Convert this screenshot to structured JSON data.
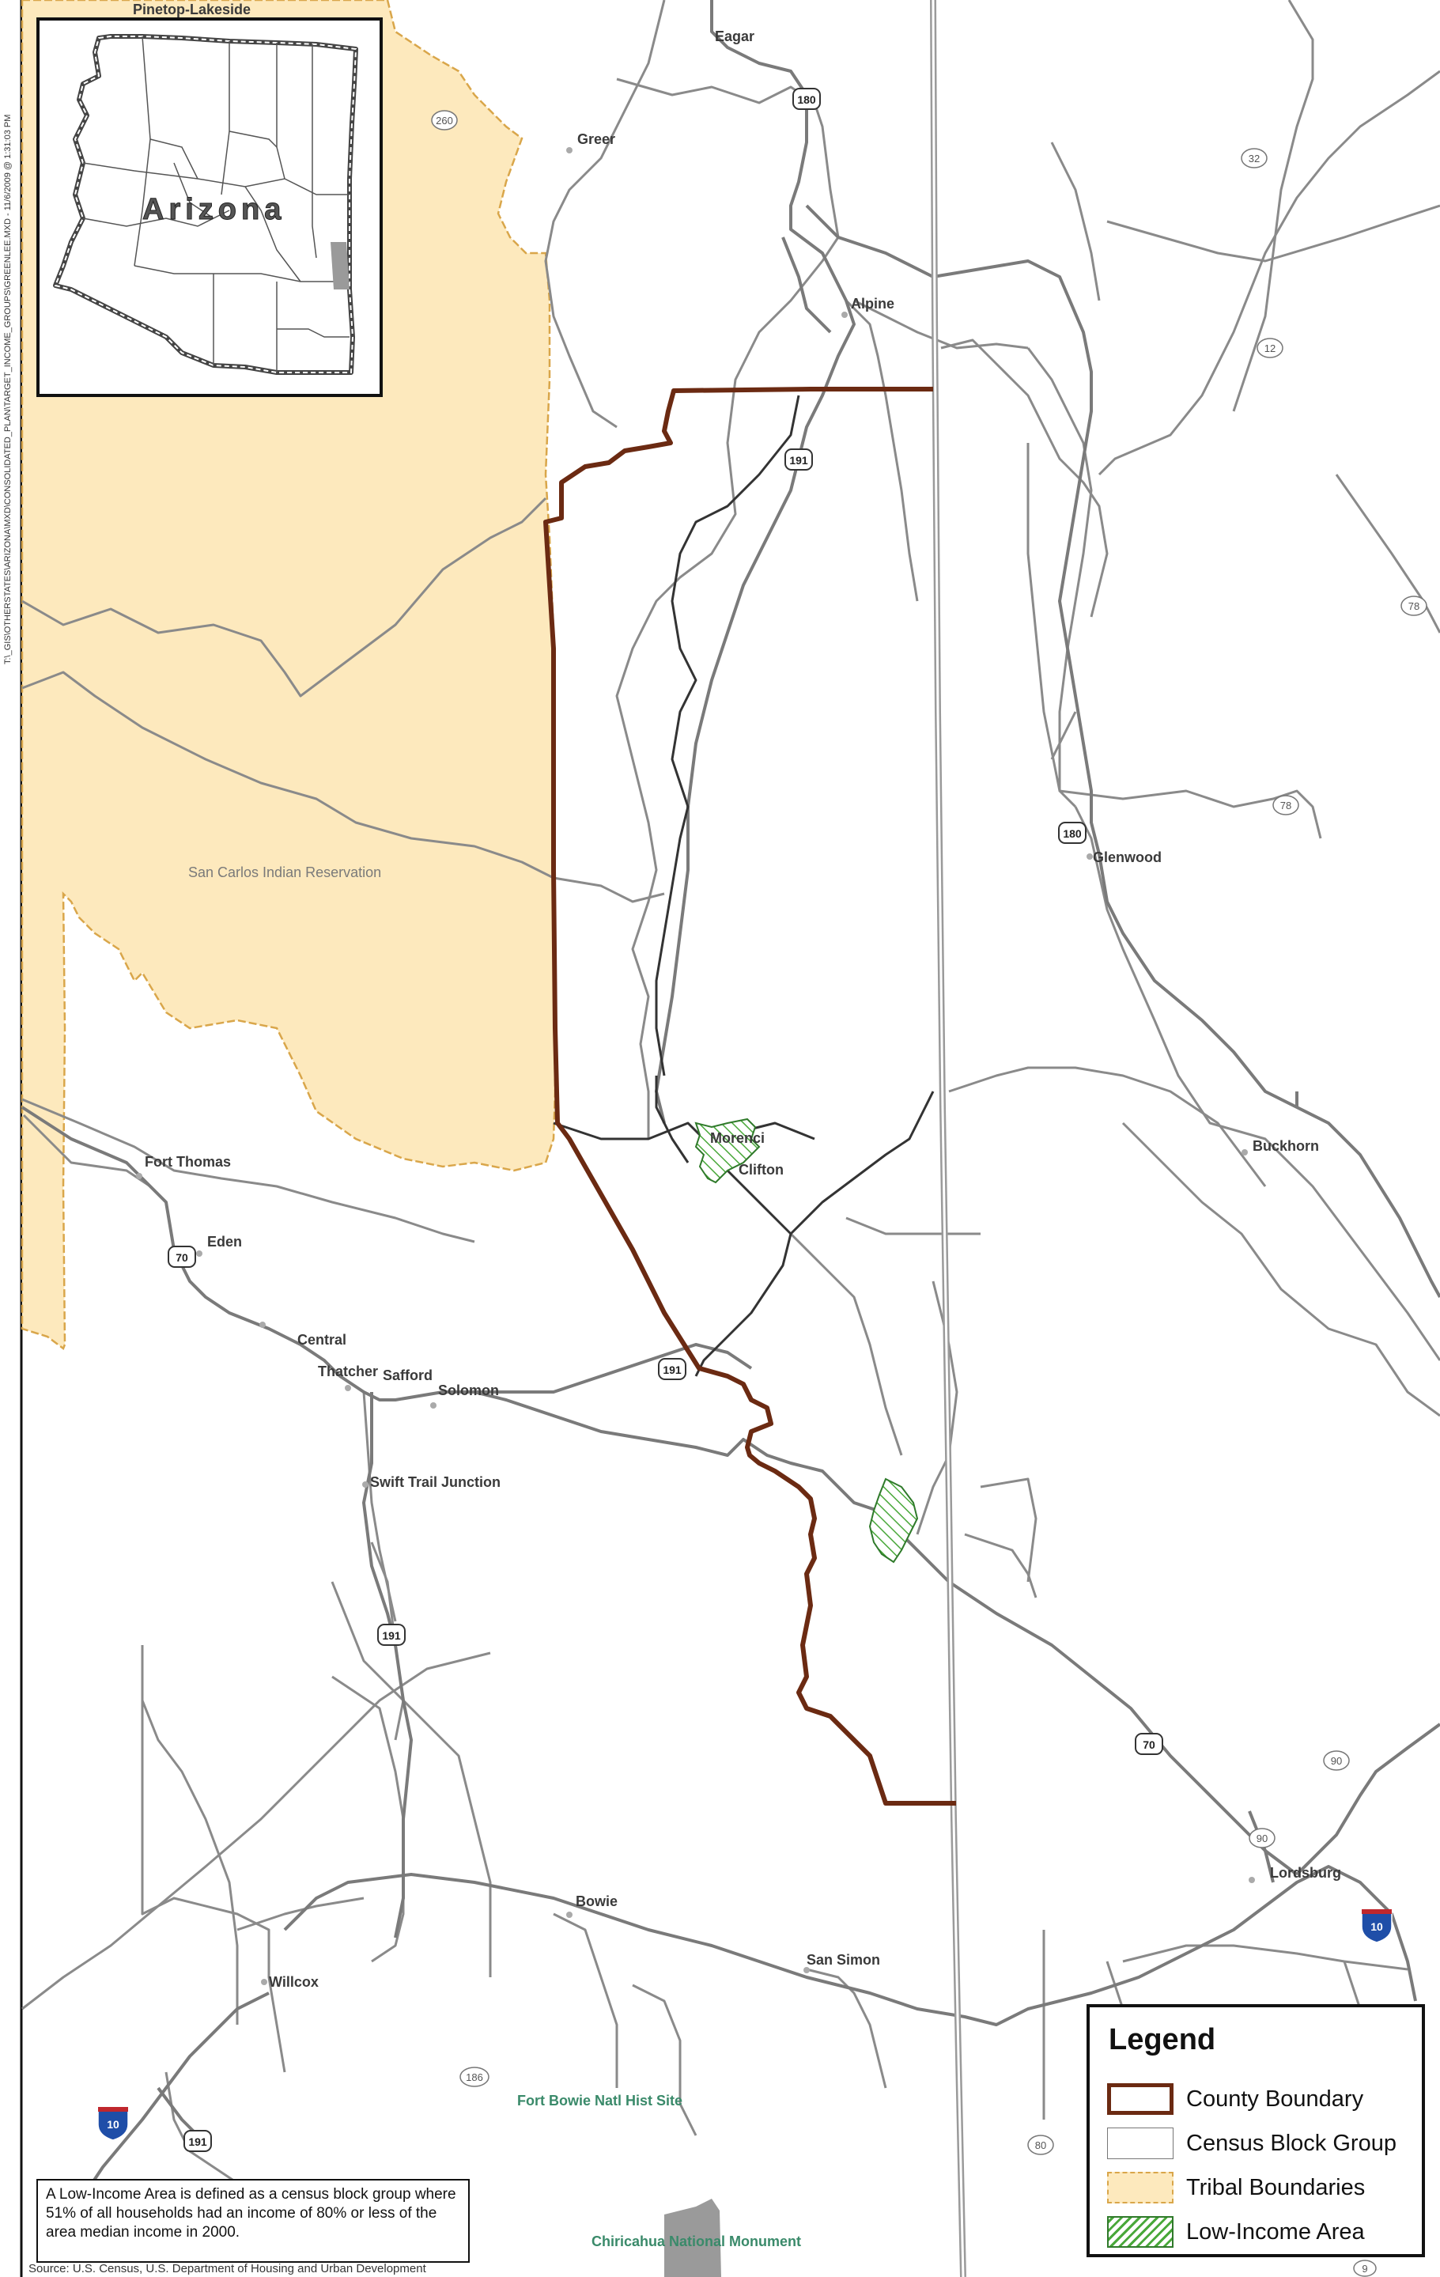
{
  "inset": {
    "title": "Arizona"
  },
  "file_path": "T:\\_GIS\\OTHERSTATES\\ARIZONA\\MXD\\CONSOLIDATED_PLAN\\TARGET_INCOME_GROUPS\\GREENLEE.MXD - 11/6/2009 @ 1:31:03 PM",
  "places": {
    "pinetop_lakeside": "Pinetop-Lakeside",
    "eagar": "Eagar",
    "greer": "Greer",
    "alpine": "Alpine",
    "glenwood": "Glenwood",
    "morenci": "Morenci",
    "clifton": "Clifton",
    "buckhorn": "Buckhorn",
    "fort_thomas": "Fort Thomas",
    "eden": "Eden",
    "central": "Central",
    "thatcher": "Thatcher",
    "safford": "Safford",
    "solomon": "Solomon",
    "swift_trail_junction": "Swift Trail Junction",
    "bowie": "Bowie",
    "san_simon": "San Simon",
    "lordsburg": "Lordsburg",
    "willcox": "Willcox",
    "fort_bowie": "Fort Bowie Natl Hist Site",
    "chiricahua": "Chiricahua National Monument",
    "san_carlos": "San Carlos Indian Reservation"
  },
  "routes": {
    "r260": "260",
    "r180": "180",
    "r180b": "180",
    "r191a": "191",
    "r191b": "191",
    "r191c": "191",
    "r191d": "191",
    "r70a": "70",
    "r70b": "70",
    "r32": "32",
    "r12": "12",
    "r78a": "78",
    "r78b": "78",
    "r90a": "90",
    "r90b": "90",
    "r186": "186",
    "r80": "80",
    "r9": "9",
    "i10a": "10",
    "i10b": "10"
  },
  "legend": {
    "title": "Legend",
    "items": [
      {
        "label": "County Boundary",
        "color": "#6b2a12"
      },
      {
        "label": "Census Block Group",
        "color": "#777777"
      },
      {
        "label": "Tribal Boundaries",
        "color": "#fde9bd"
      },
      {
        "label": "Low-Income Area",
        "color": "#49a83a"
      }
    ]
  },
  "note": "A Low-Income Area is defined as a census block group where 51% of all households had an income of 80% or less of the area median income in 2000.",
  "source": "Source:  U.S. Census,  U.S. Department of Housing and Urban Development",
  "colors": {
    "tribal_fill": "#fde9bd",
    "tribal_edge": "#d9a64a",
    "county": "#6b2a12",
    "low_income": "#49a83a",
    "roads": "#8a8a8a"
  }
}
